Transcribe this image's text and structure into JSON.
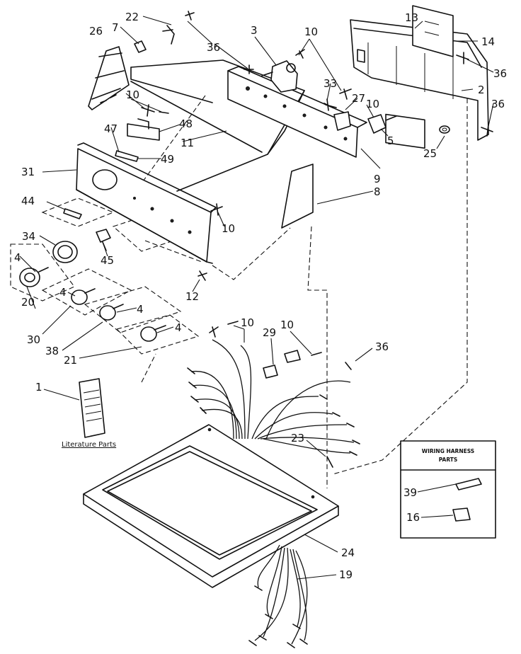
{
  "callouts": {
    "c1": "1",
    "c2": "2",
    "c3": "3",
    "c4a": "4",
    "c4b": "4",
    "c4c": "4",
    "c4d": "4",
    "c5": "5",
    "c7": "7",
    "c8": "8",
    "c9": "9",
    "c10a": "10",
    "c10b": "10",
    "c10c": "10",
    "c10d": "10",
    "c10e": "10",
    "c10f": "10",
    "c11": "11",
    "c12": "12",
    "c13": "13",
    "c14": "14",
    "c16": "16",
    "c19": "19",
    "c20": "20",
    "c21": "21",
    "c22": "22",
    "c23": "23",
    "c24": "24",
    "c25": "25",
    "c26": "26",
    "c27": "27",
    "c29": "29",
    "c30": "30",
    "c31": "31",
    "c33": "33",
    "c34": "34",
    "c36a": "36",
    "c36b": "36",
    "c36c": "36",
    "c36d": "36",
    "c38": "38",
    "c39": "39",
    "c44": "44",
    "c45": "45",
    "c47": "47",
    "c48": "48",
    "c49": "49"
  },
  "literature_label": "Literature Parts",
  "wiring_box": {
    "title_line1": "WIRING HARNESS",
    "title_line2": "PARTS"
  }
}
